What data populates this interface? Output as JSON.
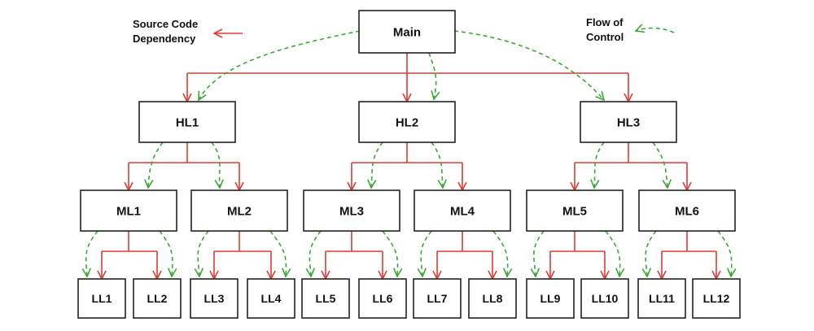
{
  "legend": {
    "source_dependency": {
      "line1": "Source Code",
      "line2": "Dependency"
    },
    "flow_of_control": {
      "line1": "Flow of",
      "line2": "Control"
    }
  },
  "colors": {
    "dependency": "#e03c32",
    "control": "#3aaa35",
    "box_border": "#222222",
    "text": "#111111"
  },
  "nodes": {
    "main": "Main",
    "hl": [
      "HL1",
      "HL2",
      "HL3"
    ],
    "ml": [
      "ML1",
      "ML2",
      "ML3",
      "ML4",
      "ML5",
      "ML6"
    ],
    "ll": [
      "LL1",
      "LL2",
      "LL3",
      "LL4",
      "LL5",
      "LL6",
      "LL7",
      "LL8",
      "LL9",
      "LL10",
      "LL11",
      "LL12"
    ]
  }
}
